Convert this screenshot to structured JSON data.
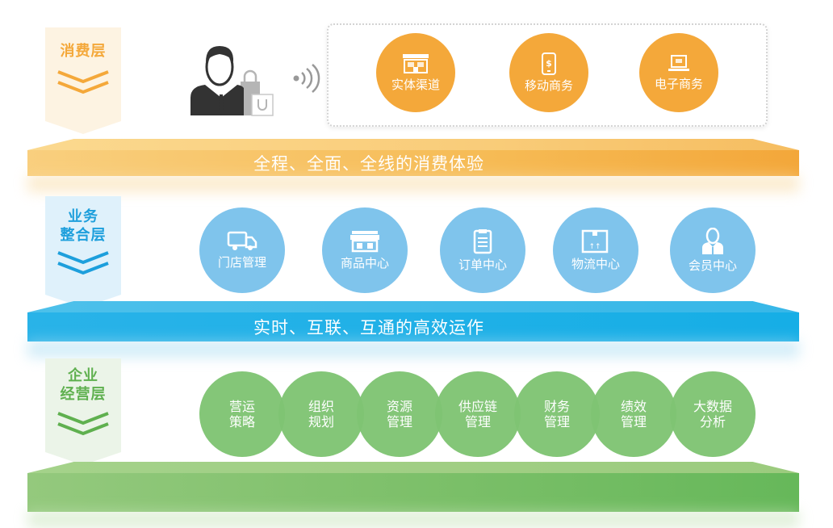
{
  "colors": {
    "orange": "#f4a83a",
    "orange_light": "#fdf3e2",
    "blue": "#1fb1e6",
    "blue_circle": "#7fc4ec",
    "blue_light": "#dff1fb",
    "green": "#6db95e",
    "green_circle": "#7fc473",
    "green_light": "#ebf4e8"
  },
  "layers": [
    {
      "tag": [
        "消费层"
      ],
      "banner": "全程、全面、全线的消费体验",
      "items": [
        {
          "label": "实体渠道",
          "icon": "storefront-icon"
        },
        {
          "label": "移动商务",
          "icon": "mobile-payment-icon"
        },
        {
          "label": "电子商务",
          "icon": "laptop-icon"
        }
      ],
      "consumer_icon": "businessman-shopping-icon",
      "signal_icon": "wireless-signal-icon"
    },
    {
      "tag": [
        "业务",
        "整合层"
      ],
      "banner": "实时、互联、互通的高效运作",
      "items": [
        {
          "label": "门店管理",
          "icon": "delivery-truck-icon"
        },
        {
          "label": "商品中心",
          "icon": "shop-awning-icon"
        },
        {
          "label": "订单中心",
          "icon": "clipboard-icon"
        },
        {
          "label": "物流中心",
          "icon": "package-box-icon"
        },
        {
          "label": "会员中心",
          "icon": "member-person-icon"
        }
      ]
    },
    {
      "tag": [
        "企业",
        "经营层"
      ],
      "banner": "",
      "items": [
        {
          "line1": "营运",
          "line2": "策略"
        },
        {
          "line1": "组织",
          "line2": "规划"
        },
        {
          "line1": "资源",
          "line2": "管理"
        },
        {
          "line1": "供应链",
          "line2": "管理"
        },
        {
          "line1": "财务",
          "line2": "管理"
        },
        {
          "line1": "绩效",
          "line2": "管理"
        },
        {
          "line1": "大数据",
          "line2": "分析"
        }
      ]
    }
  ]
}
